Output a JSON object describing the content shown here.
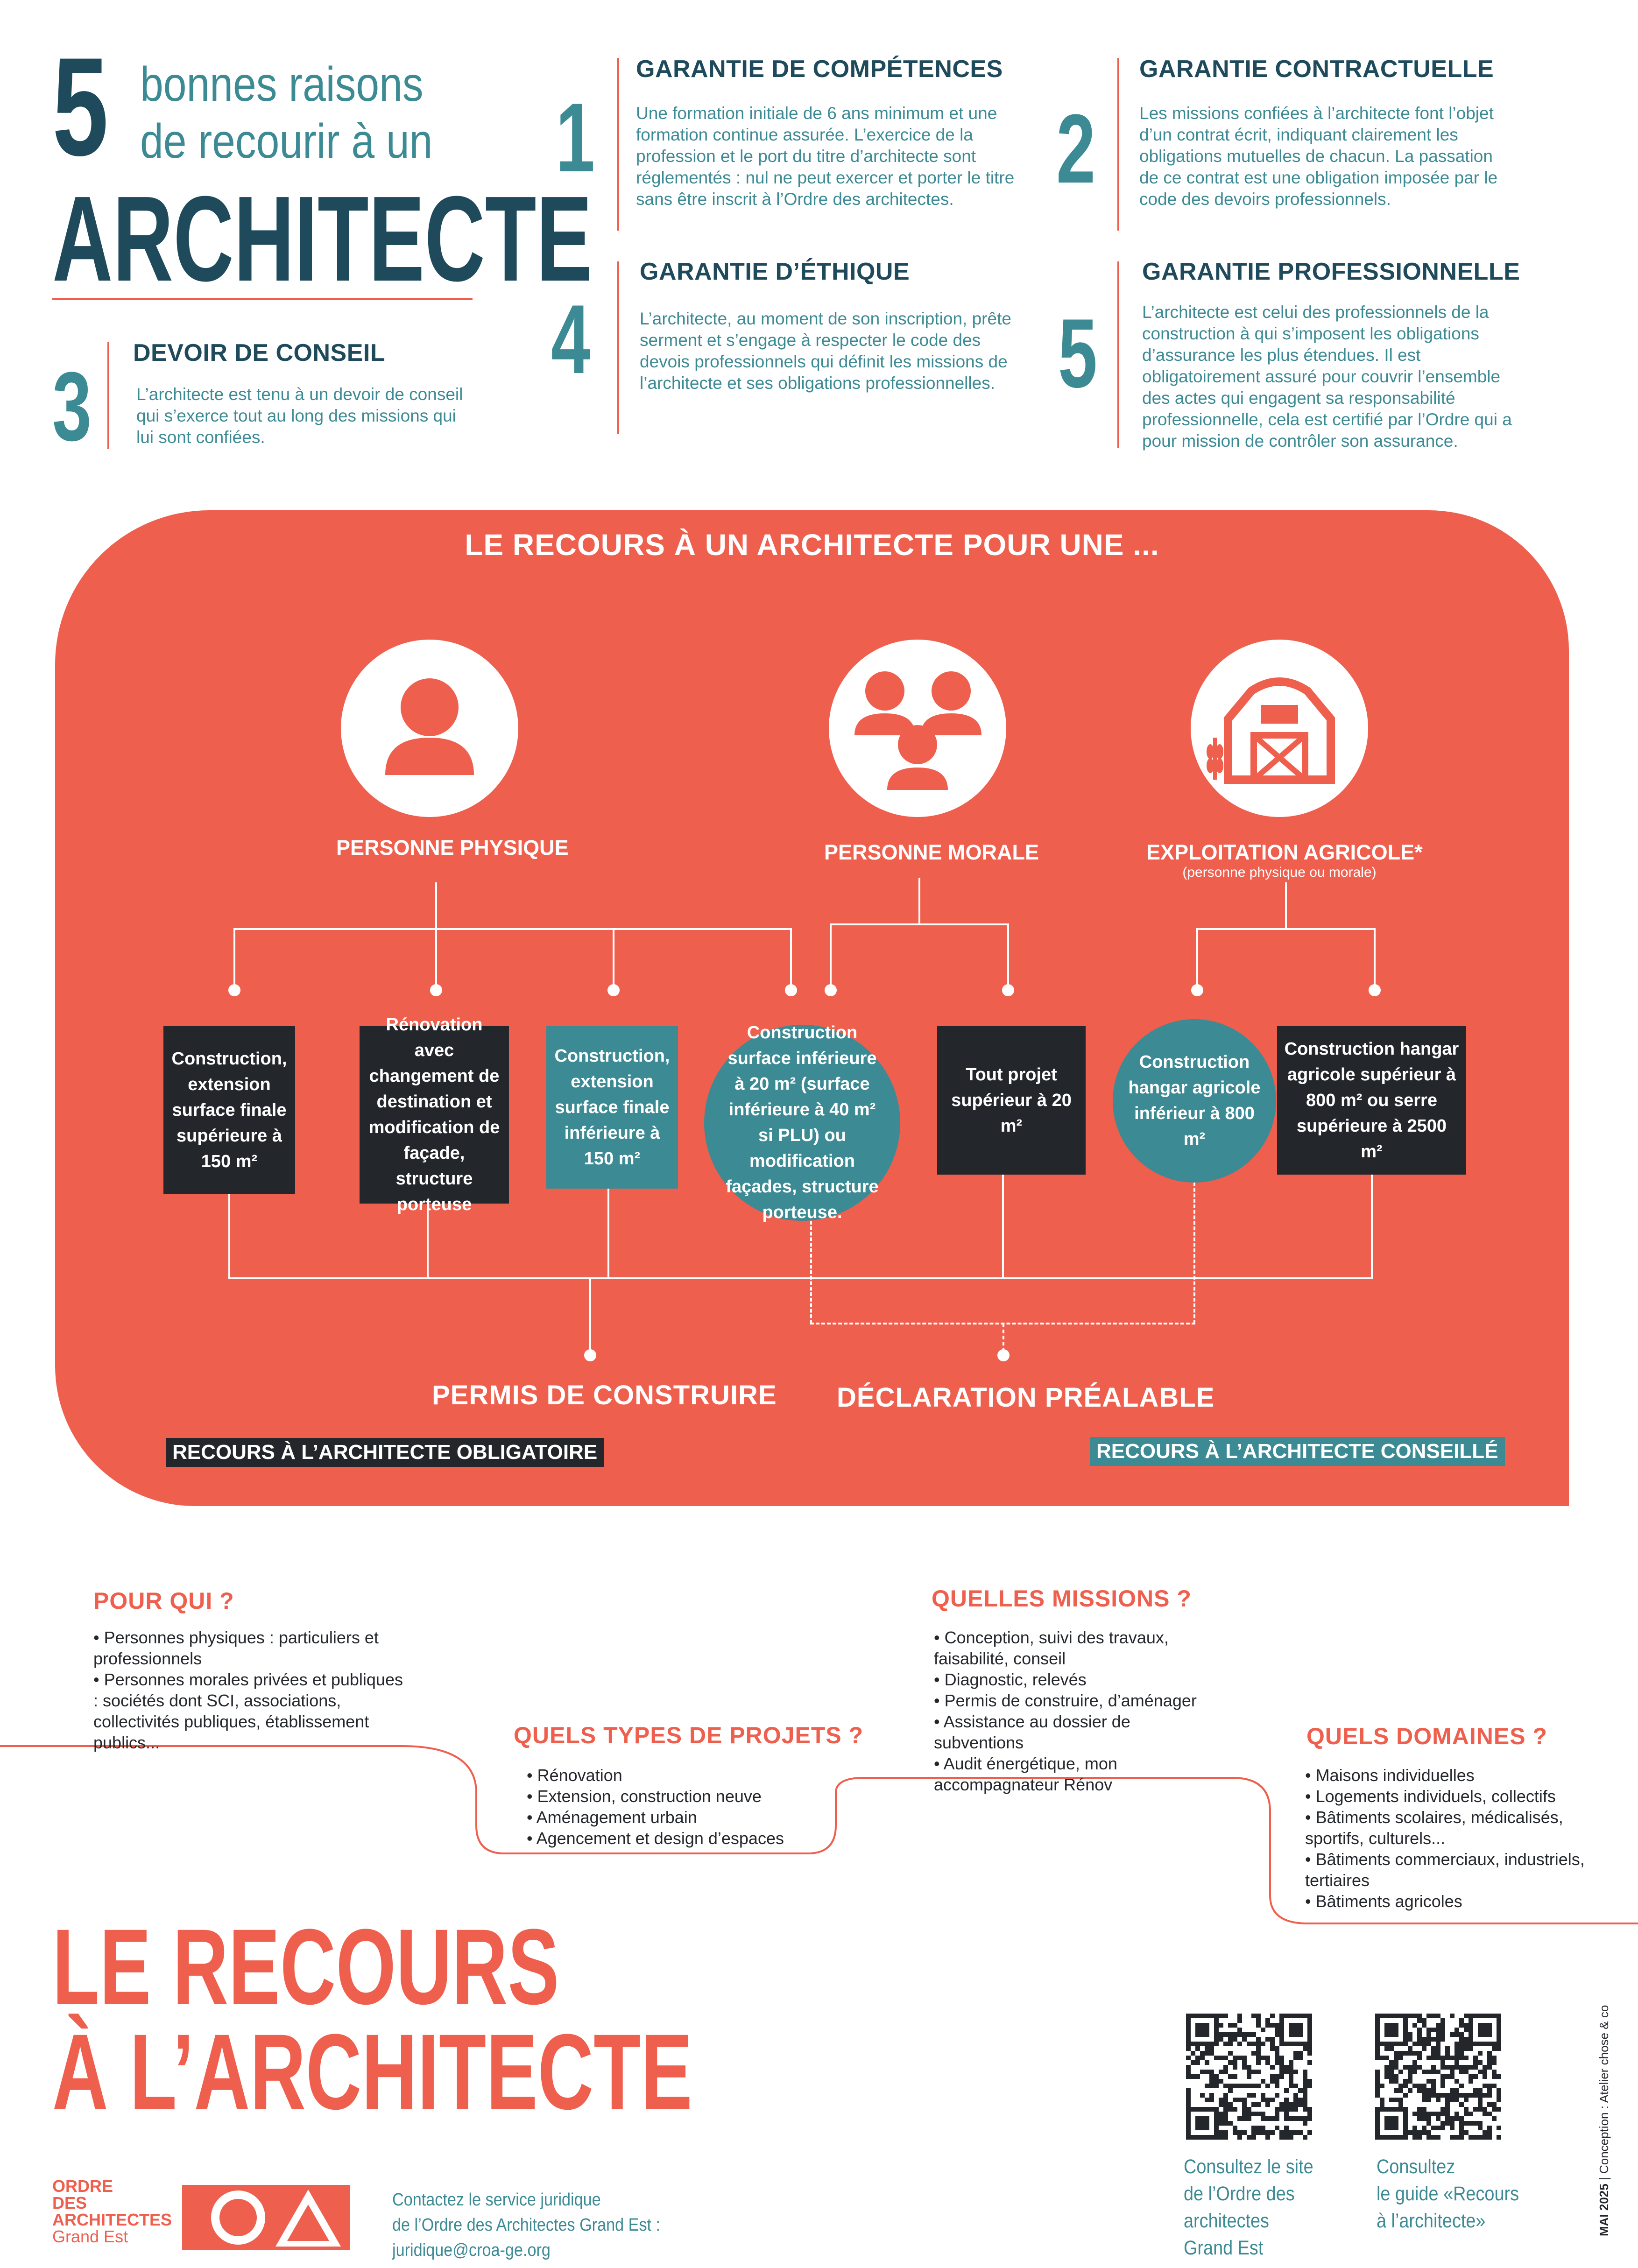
{
  "header": {
    "number": "5",
    "subtitle_line1": "bonnes raisons",
    "subtitle_line2": "de recourir à un",
    "title": "ARCHITECTE"
  },
  "reasons": [
    {
      "num": "1",
      "title": "GARANTIE DE COMPÉTENCES",
      "text": "Une formation initiale de 6 ans minimum et une formation continue assurée. L’exercice de la profession et le port du titre d’architecte sont réglementés : nul ne peut exercer et porter le titre sans être inscrit à l’Ordre des architectes."
    },
    {
      "num": "2",
      "title": "GARANTIE CONTRACTUELLE",
      "text": "Les missions confiées à l’architecte font l’objet d’un contrat écrit, indiquant clairement les obligations mutuelles de chacun. La passation de ce contrat est une obligation imposée par le code des devoirs professionnels."
    },
    {
      "num": "3",
      "title": "DEVOIR DE CONSEIL",
      "text": "L’architecte est tenu à un devoir de conseil qui s’exerce tout au long des missions qui lui sont confiées."
    },
    {
      "num": "4",
      "title": "GARANTIE D’ÉTHIQUE",
      "text": "L’architecte, au moment de son inscription, prête serment et s’engage à respecter le code des devois professionnels qui définit les missions de l’architecte et ses obligations professionnelles."
    },
    {
      "num": "5",
      "title": "GARANTIE PROFESSIONNELLE",
      "text": "L’architecte est celui des professionnels de la construction à qui s’imposent les obligations d’assurance les plus étendues. Il est obligatoirement assuré pour couvrir l’ensemble des actes qui engagent sa responsabilité professionnelle, cela est certifié par l’Ordre qui a pour mission de contrôler son assurance."
    }
  ],
  "panel": {
    "title": "LE RECOURS À UN ARCHITECTE POUR UNE ...",
    "categories": [
      {
        "label": "PERSONNE PHYSIQUE",
        "icon": "person-icon"
      },
      {
        "label": "PERSONNE MORALE",
        "icon": "people-group-icon"
      },
      {
        "label": "EXPLOITATION AGRICOLE*",
        "sublabel": "(personne physique ou morale)",
        "icon": "barn-icon"
      }
    ],
    "boxes": [
      "Construction, extension surface finale supérieure à 150 m²",
      "Rénovation avec changement de destination et modification de façade, structure porteuse",
      "Construction, extension surface finale inférieure à 150 m²",
      "Construction surface inférieure à 20 m² (surface inférieure à 40 m² si PLU) ou modification façades, structure porteuse.",
      "Tout projet supérieur à 20 m²",
      "Construction hangar agricole inférieur à 800 m²",
      "Construction hangar agricole supérieur à 800 m² ou serre supérieure à 2500 m²"
    ],
    "permis": "PERMIS DE CONSTRUIRE",
    "declaration": "DÉCLARATION PRÉALABLE",
    "tag_obligatoire": "RECOURS À L’ARCHITECTE OBLIGATOIRE",
    "tag_conseille": "RECOURS À L’ARCHITECTE CONSEILLÉ"
  },
  "info": {
    "pour_qui": {
      "title": "POUR QUI ?",
      "items": [
        "• Personnes physiques : particuliers et professionnels",
        "• Personnes morales privées et publiques : sociétés dont SCI, associations, collectivités publiques, établissement publics..."
      ]
    },
    "types": {
      "title": "QUELS TYPES DE PROJETS ?",
      "items": [
        "• Rénovation",
        "• Extension, construction neuve",
        "• Aménagement urbain",
        "• Agencement et design d’espaces"
      ]
    },
    "missions": {
      "title": "QUELLES MISSIONS ?",
      "items": [
        "• Conception, suivi des travaux, faisabilité, conseil",
        "• Diagnostic, relevés",
        "• Permis de construire, d’aménager",
        "• Assistance au dossier de subventions",
        "• Audit énergétique, mon accompagnateur Rénov"
      ]
    },
    "domaines": {
      "title": "QUELS DOMAINES ?",
      "items": [
        "• Maisons individuelles",
        "• Logements individuels, collectifs",
        "• Bâtiments scolaires, médicalisés, sportifs, culturels...",
        "• Bâtiments commerciaux, industriels, tertiaires",
        "• Bâtiments agricoles"
      ]
    }
  },
  "footer": {
    "title_line1": "LE RECOURS",
    "title_line2": "À L’ARCHITECTE",
    "org_line1": "ORDRE",
    "org_line2": "DES",
    "org_line3": "ARCHITECTES",
    "org_line4": "Grand Est",
    "contact_line1": "Contactez le service juridique",
    "contact_line2": "de l’Ordre des Architectes Grand Est :",
    "contact_email": "juridique@croa-ge.org",
    "qr1_label": [
      "Consultez le site",
      "de l’Ordre des",
      "architectes",
      "Grand Est"
    ],
    "qr2_label": [
      "Consultez",
      "le guide «Recours",
      "à l’architecte»"
    ],
    "date": "MAI 2025",
    "credit": "Conception : Atelier chose & co"
  },
  "colors": {
    "red": "#ef5f4e",
    "teal": "#3c8a94",
    "navy": "#1e4a5b",
    "dark": "#23262b"
  }
}
